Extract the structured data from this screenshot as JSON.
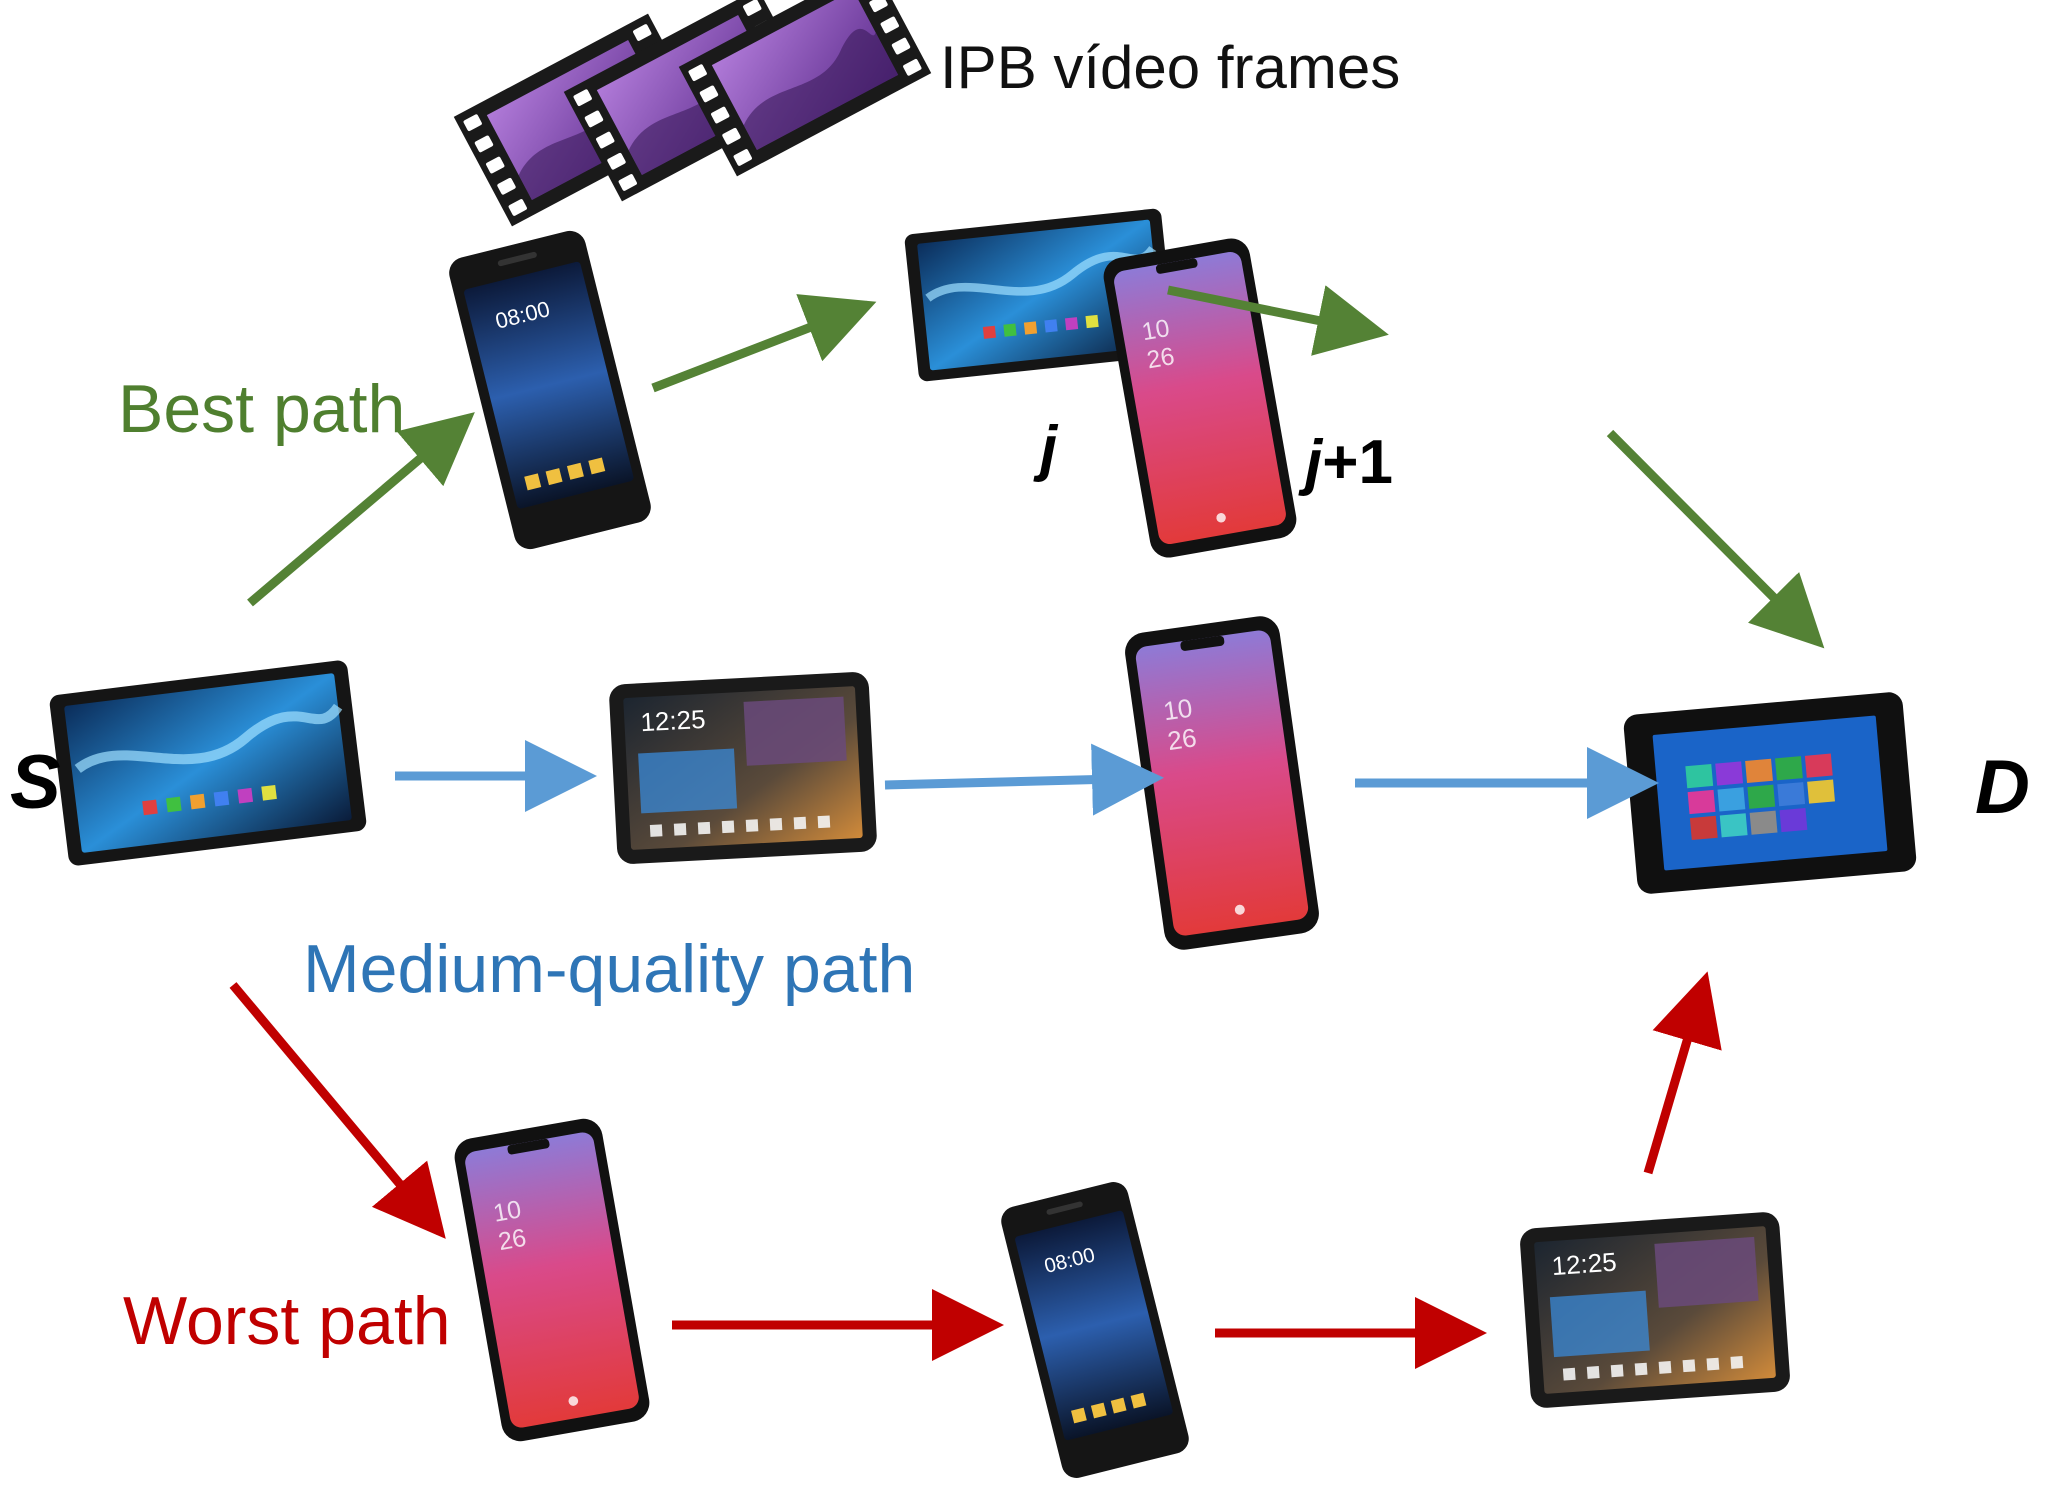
{
  "colors": {
    "best": "#548235",
    "medium": "#5b9bd5",
    "worst": "#c00000",
    "best_text": "#4f7f2f",
    "medium_text": "#2e75b6",
    "worst_text": "#c00000"
  },
  "labels": {
    "frames": "IPB vídeo frames",
    "best_path": "Best path",
    "medium_path": "Medium-quality path",
    "worst_path": "Worst path",
    "source": "S",
    "destination": "D",
    "node_j": "j",
    "node_j1_var": "j",
    "node_j1_suffix": "+1"
  },
  "icons": {
    "frames": "film-strip-icon",
    "tablet": "tablet-icon",
    "phone": "smartphone-icon"
  }
}
